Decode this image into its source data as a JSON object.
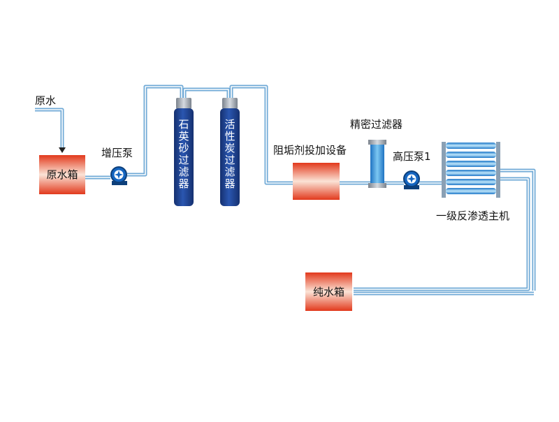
{
  "labels": {
    "raw_water": "原水",
    "raw_water_tank": "原水箱",
    "booster_pump": "增压泵",
    "quartz_sand_filter": "石英砂过滤器",
    "activated_carbon_filter": "活性炭过滤器",
    "antiscalant_dosing": "阻垢剂投加设备",
    "precision_filter": "精密过滤器",
    "high_pressure_pump": "高压泵1",
    "primary_ro_unit": "一级反渗透主机",
    "pure_water_tank": "纯水箱"
  },
  "colors": {
    "pipe": "#6fa9d6",
    "pipe_inner": "#ffffff",
    "tank_red": "#e2391c",
    "tank_light": "#fbe3d6",
    "vessel_blue": "#1d3f8f",
    "vessel_cap": "#9aa3ad",
    "pump_blue": "#1565c0",
    "membrane_blue": "#3ea0e0"
  }
}
